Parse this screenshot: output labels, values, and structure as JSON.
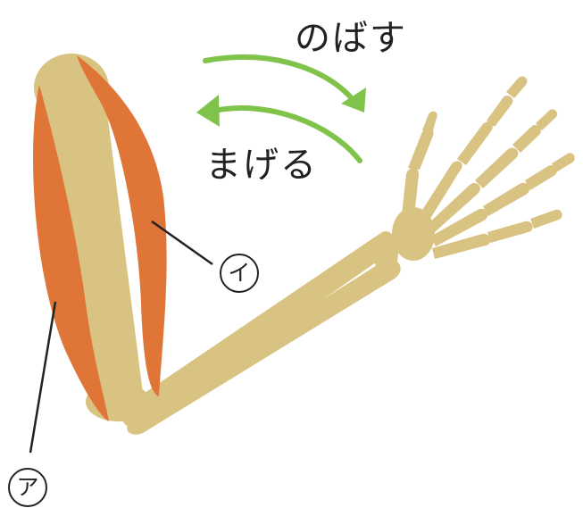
{
  "labels": {
    "extend": "のばす",
    "bend": "まげる",
    "muscle_a": "ア",
    "muscle_i": "イ"
  },
  "colors": {
    "bone": "#d9c383",
    "muscle": "#e07538",
    "arrow": "#80c34a",
    "leader": "#222222"
  }
}
